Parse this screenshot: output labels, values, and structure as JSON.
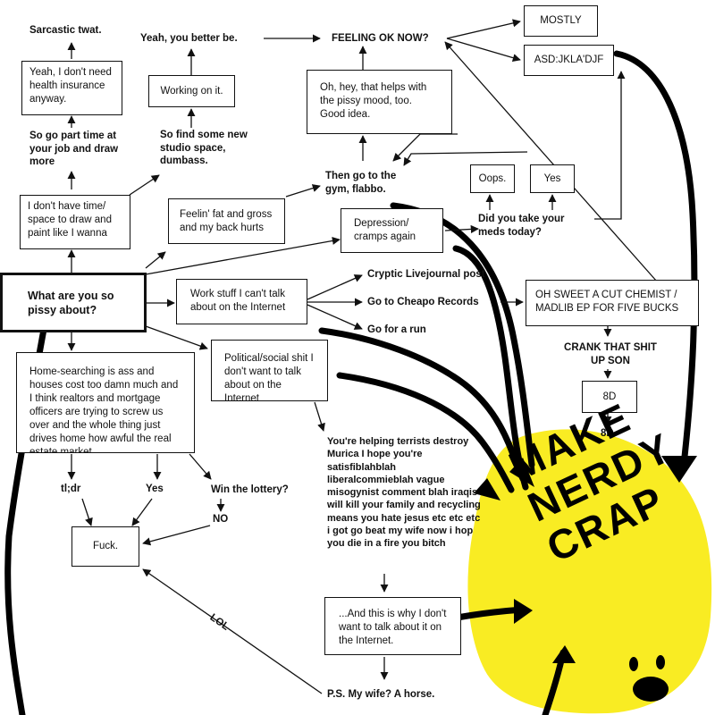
{
  "root": "What are you so pissy about?",
  "boxes": {
    "no_time": "I don't have time/ space to draw and paint like I wanna",
    "no_insurance": "Yeah, I don't need health insurance anyway.",
    "working_on_it": "Working on it.",
    "pissy_mood": "Oh, hey, that helps with the pissy mood, too. Good idea.",
    "mostly": "MOSTLY",
    "keysmash": "ASD:JKLA'DJF",
    "oops": "Oops.",
    "yes_meds": "Yes",
    "fat_gross": "Feelin' fat and gross and my back hurts",
    "depression": "Depression/ cramps again",
    "work_stuff": "Work stuff I can't talk about on the Internet",
    "cut_chemist": "OH SWEET A CUT CHEMIST / MADLIB EP FOR FIVE BUCKS",
    "eight_d_box": "8D",
    "home_searching": "Home-searching is ass and houses cost too damn much and I think realtors and mortgage officers are trying to screw us over and the whole thing just drives home how awful the real estate market",
    "political": "Political/social shit I don't want to talk about on the Internet",
    "fuck": "Fuck.",
    "this_is_why": "...And this is why I don't want to talk about it on the Internet."
  },
  "labels": {
    "sarcastic": "Sarcastic twat.",
    "part_time": "So go part time at your job and draw more",
    "better_be": "Yeah, you better be.",
    "feeling_ok": "FEELING OK NOW?",
    "studio": "So find some new studio space, dumbass.",
    "gym": "Then go to the gym, flabbo.",
    "meds": "Did you take your meds today?",
    "cryptic": "Cryptic Livejournal post",
    "cheapo": "Go to Cheapo Records",
    "run": "Go for a run",
    "crank": "CRANK THAT SHIT UP SON",
    "eight_d": "8D",
    "terrists": "You're helping terrists destroy Murica I hope you're satisfiblahblah liberalcommieblah vague misogynist comment blah iraqis will kill your family and recycling means you hate jesus etc etc etc i got go beat my wife now i hop you die in a fire you bitch",
    "tldr": "tl;dr",
    "yes": "Yes",
    "lottery": "Win the lottery?",
    "no": "NO",
    "lol": "LOL",
    "horse": "P.S. My wife? A horse."
  },
  "scribble": {
    "text": "MAKE NERDY CRAP",
    "blob_color": "#f9ec23",
    "ink_color": "#000000"
  }
}
